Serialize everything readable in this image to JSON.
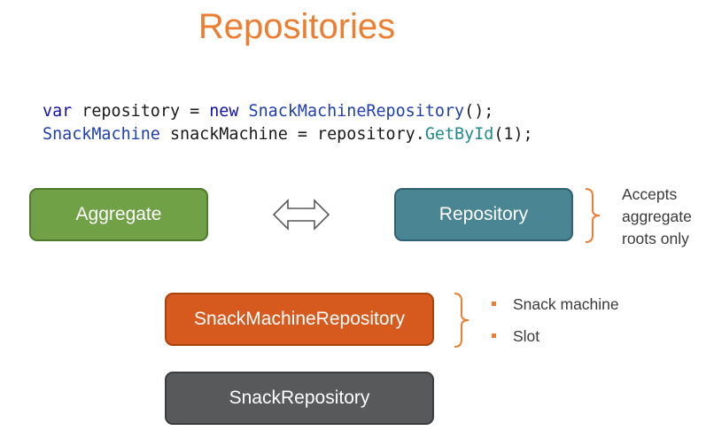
{
  "title": "Repositories",
  "code": {
    "line1": {
      "t1": "var",
      "t2": " repository = ",
      "t3": "new",
      "t4": " ",
      "t5": "SnackMachineRepository",
      "t6": "();"
    },
    "line2": {
      "t1": "SnackMachine",
      "t2": " snackMachine = repository.",
      "t3": "GetById",
      "t4": "(1);"
    }
  },
  "boxes": {
    "aggregate": "Aggregate",
    "repository": "Repository",
    "snack_machine_repository": "SnackMachineRepository",
    "snack_repository": "SnackRepository"
  },
  "note": [
    "Accepts",
    "aggregate",
    "roots only"
  ],
  "bullets": [
    "Snack machine",
    "Slot"
  ],
  "colors": {
    "title": "#ed7d31",
    "aggregate": "#70a146",
    "repository": "#4a8593",
    "snack_machine_repository": "#d65a1e",
    "snack_repository": "#58595b",
    "brace": "#ed7d31"
  }
}
